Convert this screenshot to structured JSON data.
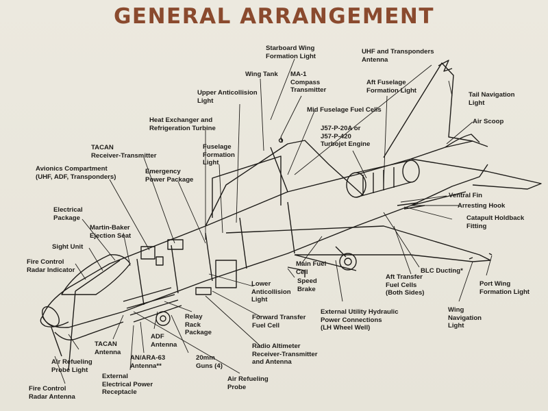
{
  "title": "GENERAL ARRANGEMENT",
  "labels": {
    "starboard_wing_light": [
      "Starboard Wing",
      "Formation Light"
    ],
    "uhf_antenna": [
      "UHF and Transponders",
      "Antenna"
    ],
    "wing_tank": [
      "Wing Tank"
    ],
    "ma1_compass": [
      "MA-1",
      "Compass",
      "Transmitter"
    ],
    "aft_fuselage_light": [
      "Aft Fuselage",
      "Formation Light"
    ],
    "upper_anticollision": [
      "Upper Anticollision",
      "Light"
    ],
    "tail_nav_light": [
      "Tail Navigation",
      "Light"
    ],
    "mid_fuselage_cells": [
      "Mid Fuselage Fuel Cells"
    ],
    "heat_exchanger": [
      "Heat Exchanger and",
      "Refrigeration Turbine"
    ],
    "air_scoop": [
      "Air Scoop"
    ],
    "engine": [
      "J57-P-20A  or",
      "J57-P-420",
      "Turbojet Engine"
    ],
    "tacan_rt": [
      "TACAN",
      "Receiver-Transmitter"
    ],
    "fuselage_light": [
      "Fuselage",
      "Formation",
      "Light"
    ],
    "avionics": [
      "Avionics Compartment",
      "(UHF, ADF, Transponders)"
    ],
    "emergency_power": [
      "Emergency",
      "Power Package"
    ],
    "ventral_fin": [
      "Ventral Fin"
    ],
    "arresting_hook": [
      "Arresting Hook"
    ],
    "electrical_package": [
      "Electrical",
      "Package"
    ],
    "catapult": [
      "Catapult Holdback",
      "Fitting"
    ],
    "ejection_seat": [
      "Martin-Baker",
      "Ejection Seat"
    ],
    "sight_unit": [
      "Sight Unit"
    ],
    "fire_control_indicator": [
      "Fire Control",
      "Radar Indicator"
    ],
    "main_fuel_cell": [
      "Main Fuel",
      "Cell"
    ],
    "speed_brake": [
      "Speed",
      "Brake"
    ],
    "blc_ducting": [
      "BLC Ducting*"
    ],
    "lower_anticollision": [
      "Lower",
      "Anticollision",
      "Light"
    ],
    "aft_transfer_cells": [
      "Aft Transfer",
      "Fuel Cells",
      "(Both Sides)"
    ],
    "port_wing_light": [
      "Port Wing",
      "Formation Light"
    ],
    "hydraulic_connections": [
      "External Utility Hydraulic",
      "Power Connections",
      "(LH Wheel Well)"
    ],
    "wing_nav_light": [
      "Wing",
      "Navigation",
      "Light"
    ],
    "relay_rack": [
      "Relay",
      "Rack",
      "Package"
    ],
    "forward_transfer_cell": [
      "Forward Transfer",
      "Fuel Cell"
    ],
    "adf_antenna": [
      "ADF",
      "Antenna"
    ],
    "tacan_antenna": [
      "TACAN",
      "Antenna"
    ],
    "radio_altimeter": [
      "Radio Altimeter",
      "Receiver-Transmitter",
      "and Antenna"
    ],
    "ara63_antenna": [
      "AN/ARA-63",
      "Antenna**"
    ],
    "guns": [
      "20mm",
      "Guns  (4)"
    ],
    "air_refueling_light": [
      "Air Refueling",
      "Probe  Light"
    ],
    "external_power": [
      "External",
      "Electrical Power",
      "Receptacle"
    ],
    "air_refueling_probe": [
      "Air Refueling",
      "Probe"
    ],
    "fire_control_antenna": [
      "Fire Control",
      "Radar Antenna"
    ]
  }
}
